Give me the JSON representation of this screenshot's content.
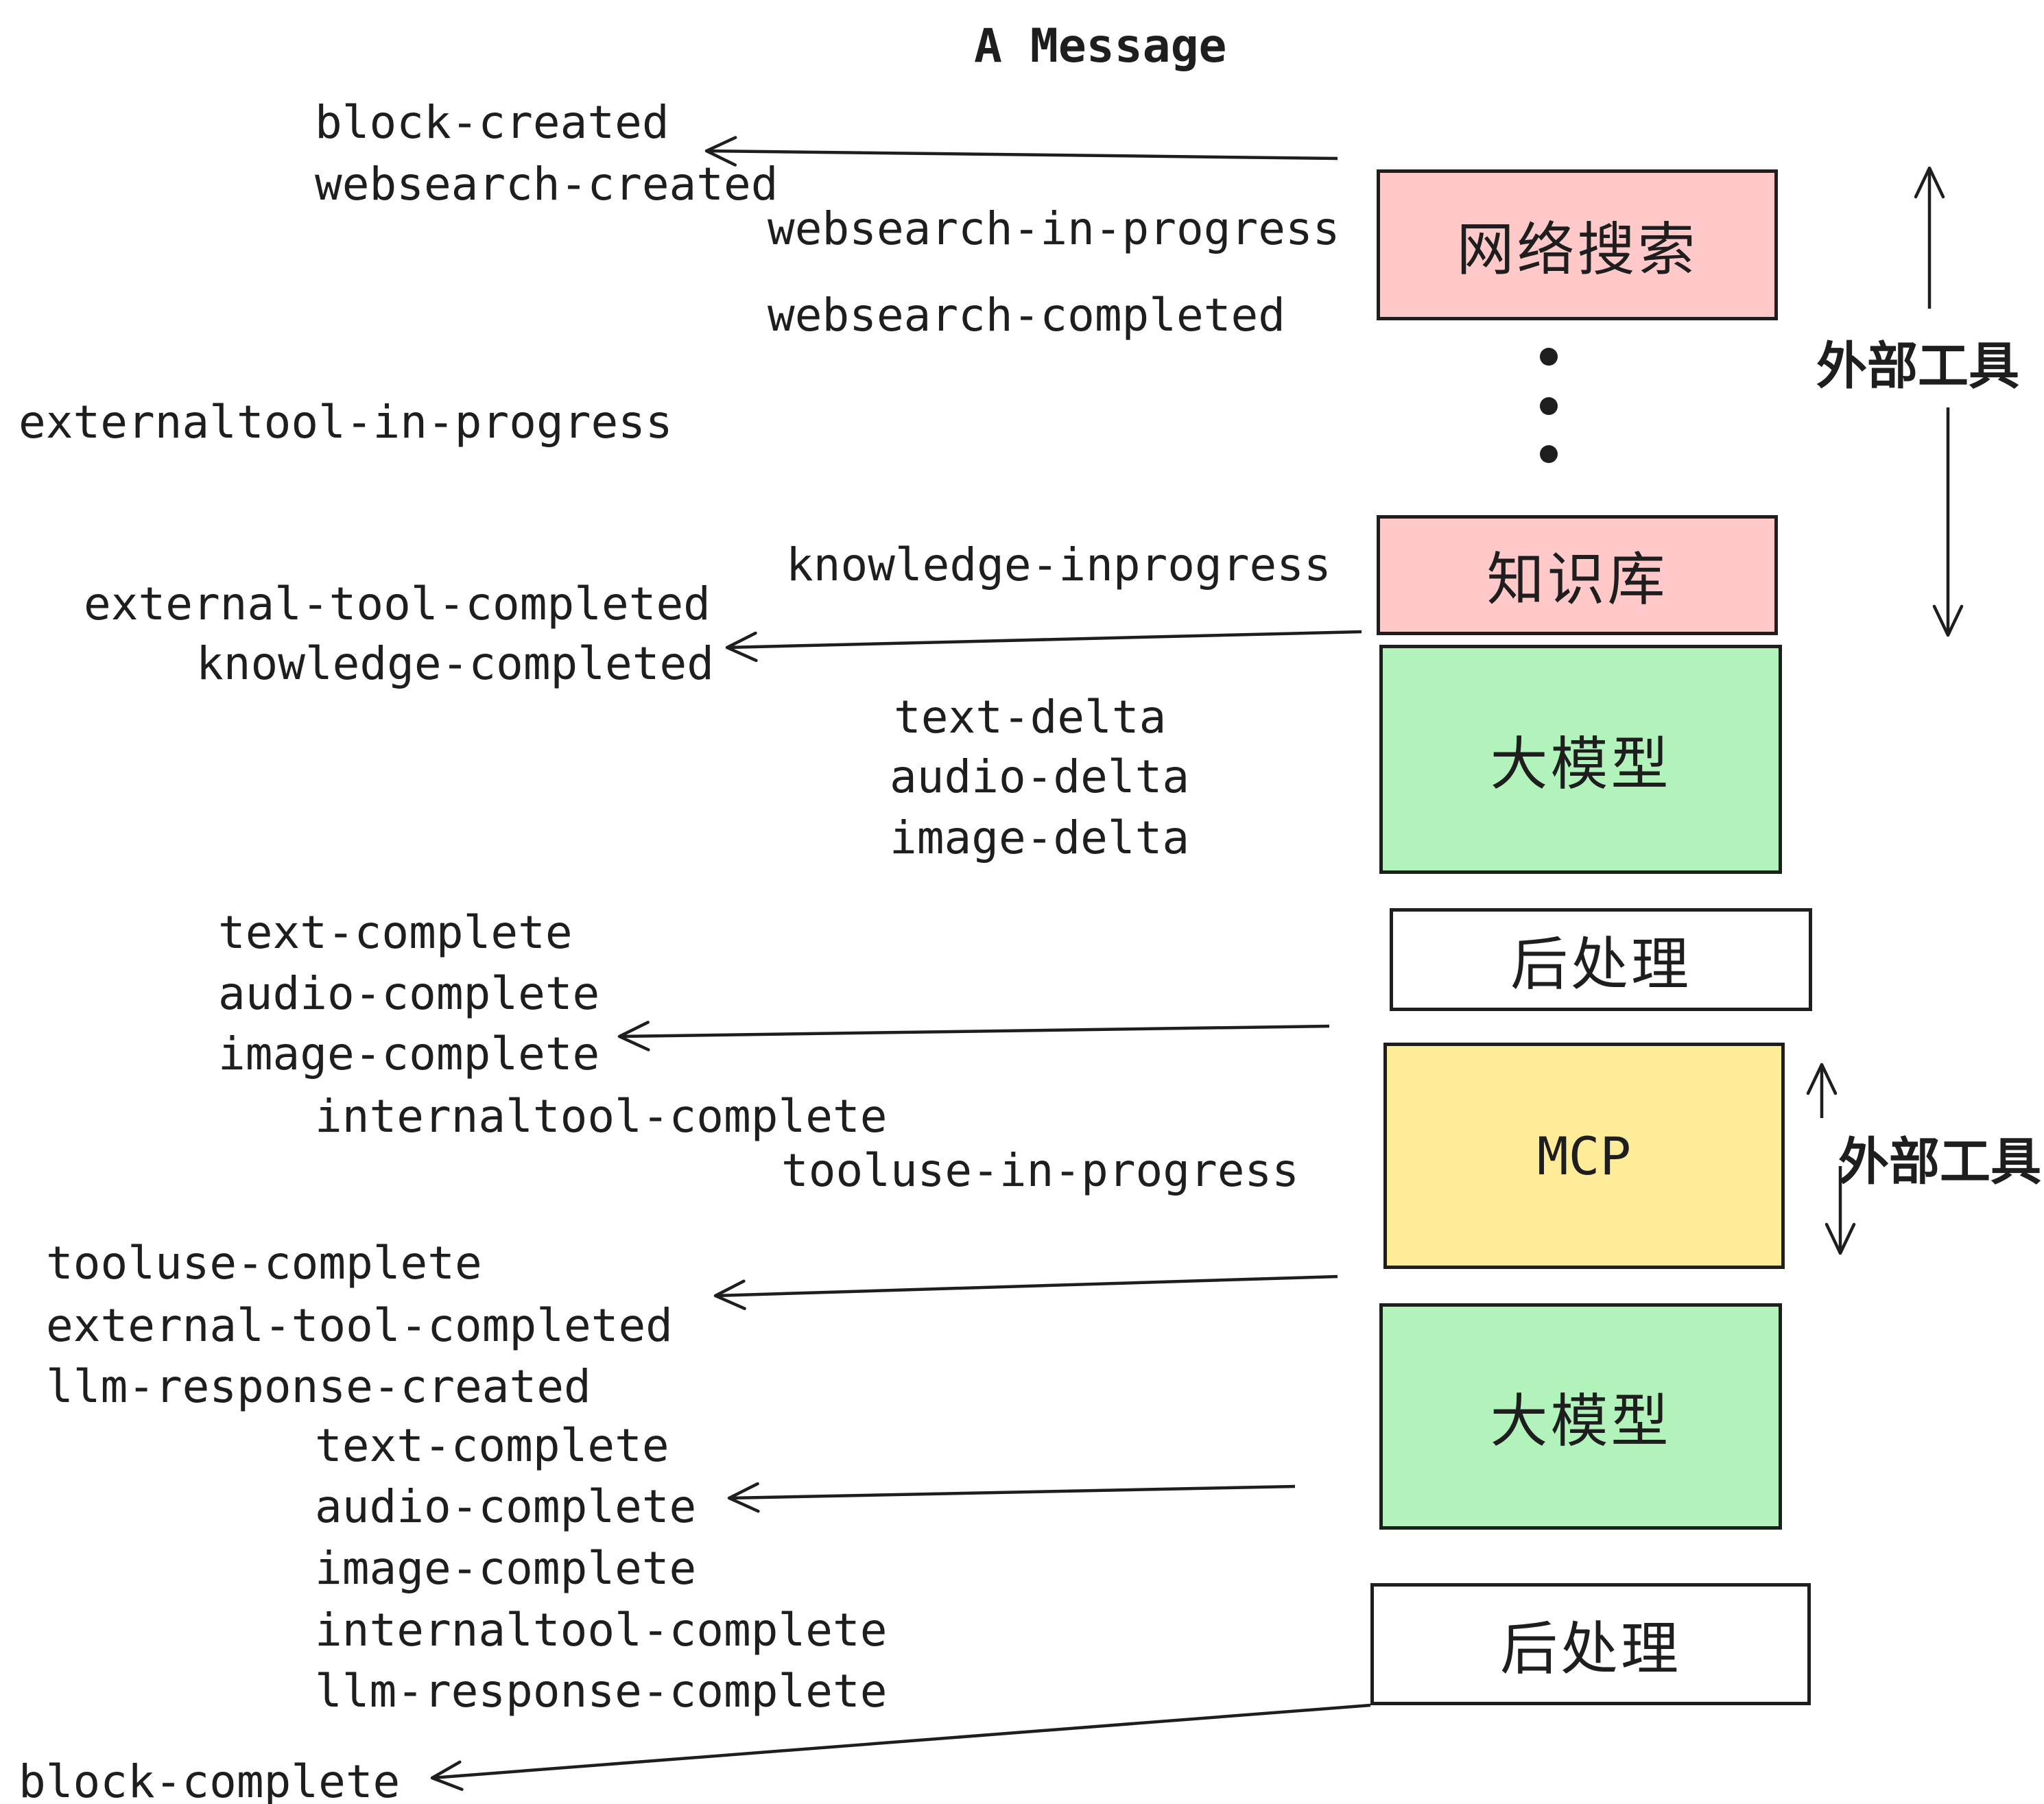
{
  "title": "A Message",
  "colors": {
    "stroke": "#1e1e1e",
    "background": "#ffffff",
    "pink": "#ffc9c9",
    "green": "#b2f2bb",
    "yellow": "#ffec99",
    "white": "#ffffff"
  },
  "boxes": [
    {
      "id": "websearch",
      "label": "网络搜索",
      "color": "#ffc9c9"
    },
    {
      "id": "knowledge",
      "label": "知识库",
      "color": "#ffc9c9"
    },
    {
      "id": "llm-1",
      "label": "大模型",
      "color": "#b2f2bb"
    },
    {
      "id": "postprocess-1",
      "label": "后处理",
      "color": "#ffffff"
    },
    {
      "id": "mcp",
      "label": "MCP",
      "color": "#ffec99"
    },
    {
      "id": "llm-2",
      "label": "大模型",
      "color": "#b2f2bb"
    },
    {
      "id": "postprocess-2",
      "label": "后处理",
      "color": "#ffffff"
    }
  ],
  "side_notes": [
    {
      "id": "external-tools-top",
      "text": "外部工具"
    },
    {
      "id": "external-tools-mid",
      "text": "外部工具"
    }
  ],
  "events": [
    {
      "text": "block-created"
    },
    {
      "text": "websearch-created"
    },
    {
      "text": "websearch-in-progress"
    },
    {
      "text": "websearch-completed"
    },
    {
      "text": "externaltool-in-progress"
    },
    {
      "text": "knowledge-inprogress"
    },
    {
      "text": "external-tool-completed"
    },
    {
      "text": "knowledge-completed"
    },
    {
      "text": "text-delta"
    },
    {
      "text": "audio-delta"
    },
    {
      "text": "image-delta"
    },
    {
      "text": "text-complete"
    },
    {
      "text": "audio-complete"
    },
    {
      "text": "image-complete"
    },
    {
      "text": "internaltool-complete"
    },
    {
      "text": "tooluse-in-progress"
    },
    {
      "text": "tooluse-complete"
    },
    {
      "text": "external-tool-completed"
    },
    {
      "text": "llm-response-created"
    },
    {
      "text": "text-complete"
    },
    {
      "text": "audio-complete"
    },
    {
      "text": "image-complete"
    },
    {
      "text": "internaltool-complete"
    },
    {
      "text": "llm-response-complete"
    },
    {
      "text": "block-complete"
    }
  ]
}
